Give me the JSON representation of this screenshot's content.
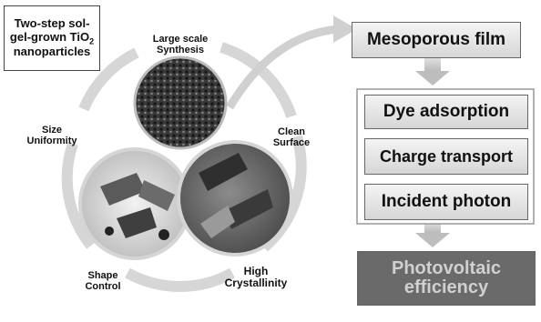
{
  "title_box": {
    "line1": "Two-step sol-",
    "line2": "gel-grown TiO",
    "line2_sub": "2",
    "line3": "nanoparticles"
  },
  "cycle_labels": {
    "large_scale": [
      "Large scale",
      "Synthesis"
    ],
    "clean_surface": [
      "Clean",
      "Surface"
    ],
    "high_crystallinity": [
      "High",
      "Crystallinity"
    ],
    "shape_control": [
      "Shape",
      "Control"
    ],
    "size_uniformity": [
      "Size",
      "Uniformity"
    ]
  },
  "flow": {
    "mesoporous": "Mesoporous film",
    "properties": [
      "Dye adsorption",
      "Charge transport",
      "Incident photon"
    ],
    "result": [
      "Photovoltaic",
      "efficiency"
    ]
  },
  "colors": {
    "ring": "#d9d9d9",
    "box_fill": "#e6e6e6",
    "arrow": "#c8c8c8",
    "result_fill": "#6a6a6a",
    "result_text": "#d0d0d0"
  }
}
